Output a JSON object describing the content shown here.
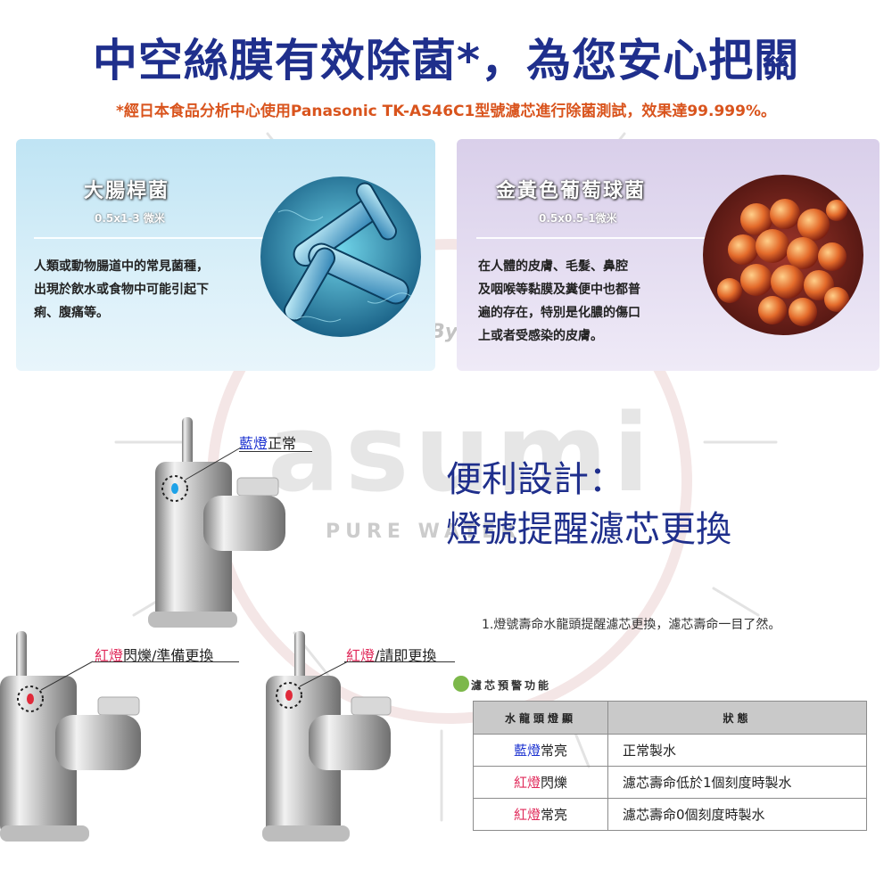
{
  "headline": "中空絲膜有效除菌*，為您安心把關",
  "subline": "*經日本食品分析中心使用Panasonic TK-AS46C1型號濾芯進行除菌測試，效果達99.999%。",
  "cards": [
    {
      "title": "大腸桿菌",
      "size": "0.5x1-3 微米",
      "desc_lines": [
        "人類或動物腸道中的常見菌種，",
        "出現於飲水或食物中可能引起下",
        "痢、腹痛等。"
      ]
    },
    {
      "title": "金黃色葡萄球菌",
      "size": "0.5x0.5-1微米",
      "desc_lines": [
        "在人體的皮膚、毛髮、鼻腔",
        "及咽喉等黏膜及糞便中也都普",
        "遍的存在，特別是化膿的傷口",
        "上或者受感染的皮膚。"
      ]
    }
  ],
  "watermark": {
    "by": "By",
    "logo": "asumi",
    "sub": "PURE WATER"
  },
  "design": {
    "line1": "便利設計：",
    "line2": "燈號提醒濾芯更換"
  },
  "callouts": [
    {
      "color_word": "藍燈",
      "rest": "正常",
      "color": "blue"
    },
    {
      "color_word": "紅燈",
      "rest": "閃爍/準備更換",
      "color": "red"
    },
    {
      "color_word": "紅燈",
      "rest": "/請即更換",
      "color": "red"
    }
  ],
  "note": "1.燈號壽命水龍頭提醒濾芯更換，濾芯壽命一目了然。",
  "table": {
    "title": "濾芯預警功能",
    "headers": [
      "水龍頭燈顯",
      "狀態"
    ],
    "rows": [
      {
        "light_color": "藍燈",
        "light_state": "常亮",
        "status": "正常製水",
        "tone": "blue"
      },
      {
        "light_color": "紅燈",
        "light_state": "閃爍",
        "status": "濾芯壽命低於1個刻度時製水",
        "tone": "red"
      },
      {
        "light_color": "紅燈",
        "light_state": "常亮",
        "status": "濾芯壽命0個刻度時製水",
        "tone": "red"
      }
    ]
  },
  "colors": {
    "headline": "#1f2f8c",
    "subline": "#d9541d",
    "blue_light": "#1a30d0",
    "red_light": "#e02a5a"
  }
}
